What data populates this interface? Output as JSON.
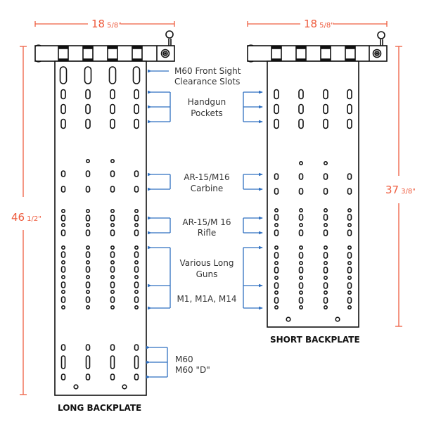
{
  "colors": {
    "dimension": "#ef5f42",
    "callout": "#2f6fc0",
    "outline": "#111111",
    "label": "#333333"
  },
  "long_backplate": {
    "title": "LONG BACKPLATE",
    "width_dimension": {
      "whole": "18",
      "fraction": "5/8\""
    },
    "height_dimension": {
      "whole": "46",
      "fraction": "1/2\""
    }
  },
  "short_backplate": {
    "title": "SHORT BACKPLATE",
    "width_dimension": {
      "whole": "18",
      "fraction": "5/8\""
    },
    "height_dimension": {
      "whole": "37",
      "fraction": "3/8\""
    }
  },
  "callouts": [
    {
      "id": "m60-front-sight",
      "lines": [
        "M60 Front Sight",
        "Clearance Slots"
      ]
    },
    {
      "id": "handgun",
      "lines": [
        "Handgun",
        "Pockets"
      ]
    },
    {
      "id": "ar15-carbine",
      "lines": [
        "AR-15/M16",
        "Carbine"
      ]
    },
    {
      "id": "ar15-rifle",
      "lines": [
        "AR-15/M 16",
        "Rifle"
      ]
    },
    {
      "id": "various-long-guns",
      "lines": [
        "Various Long",
        "Guns"
      ]
    },
    {
      "id": "m1-m1a-m14",
      "lines": [
        "M1, M1A, M14"
      ]
    },
    {
      "id": "m60",
      "lines": [
        "M60",
        "M60 \"D\""
      ]
    }
  ]
}
